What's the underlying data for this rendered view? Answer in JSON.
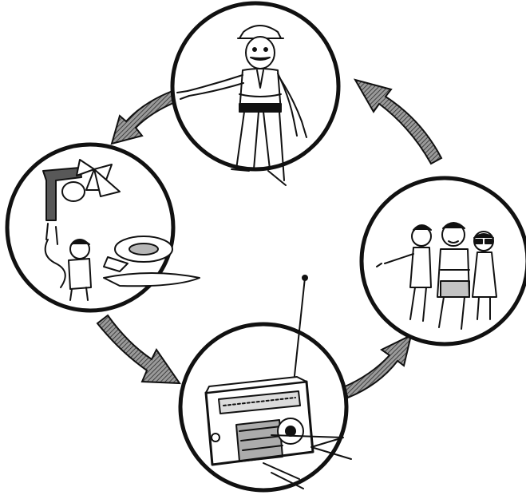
{
  "diagram": {
    "type": "cycle",
    "stages": [
      {
        "id": "man-pointing",
        "order": 1
      },
      {
        "id": "children-group",
        "order": 2
      },
      {
        "id": "radio",
        "order": 3
      },
      {
        "id": "polluted-scene",
        "order": 4
      }
    ],
    "flow_direction": "clockwise"
  },
  "colors": {
    "ink": "#111111",
    "background": "#ffffff",
    "arrow_shade": "#6b6b6b"
  }
}
